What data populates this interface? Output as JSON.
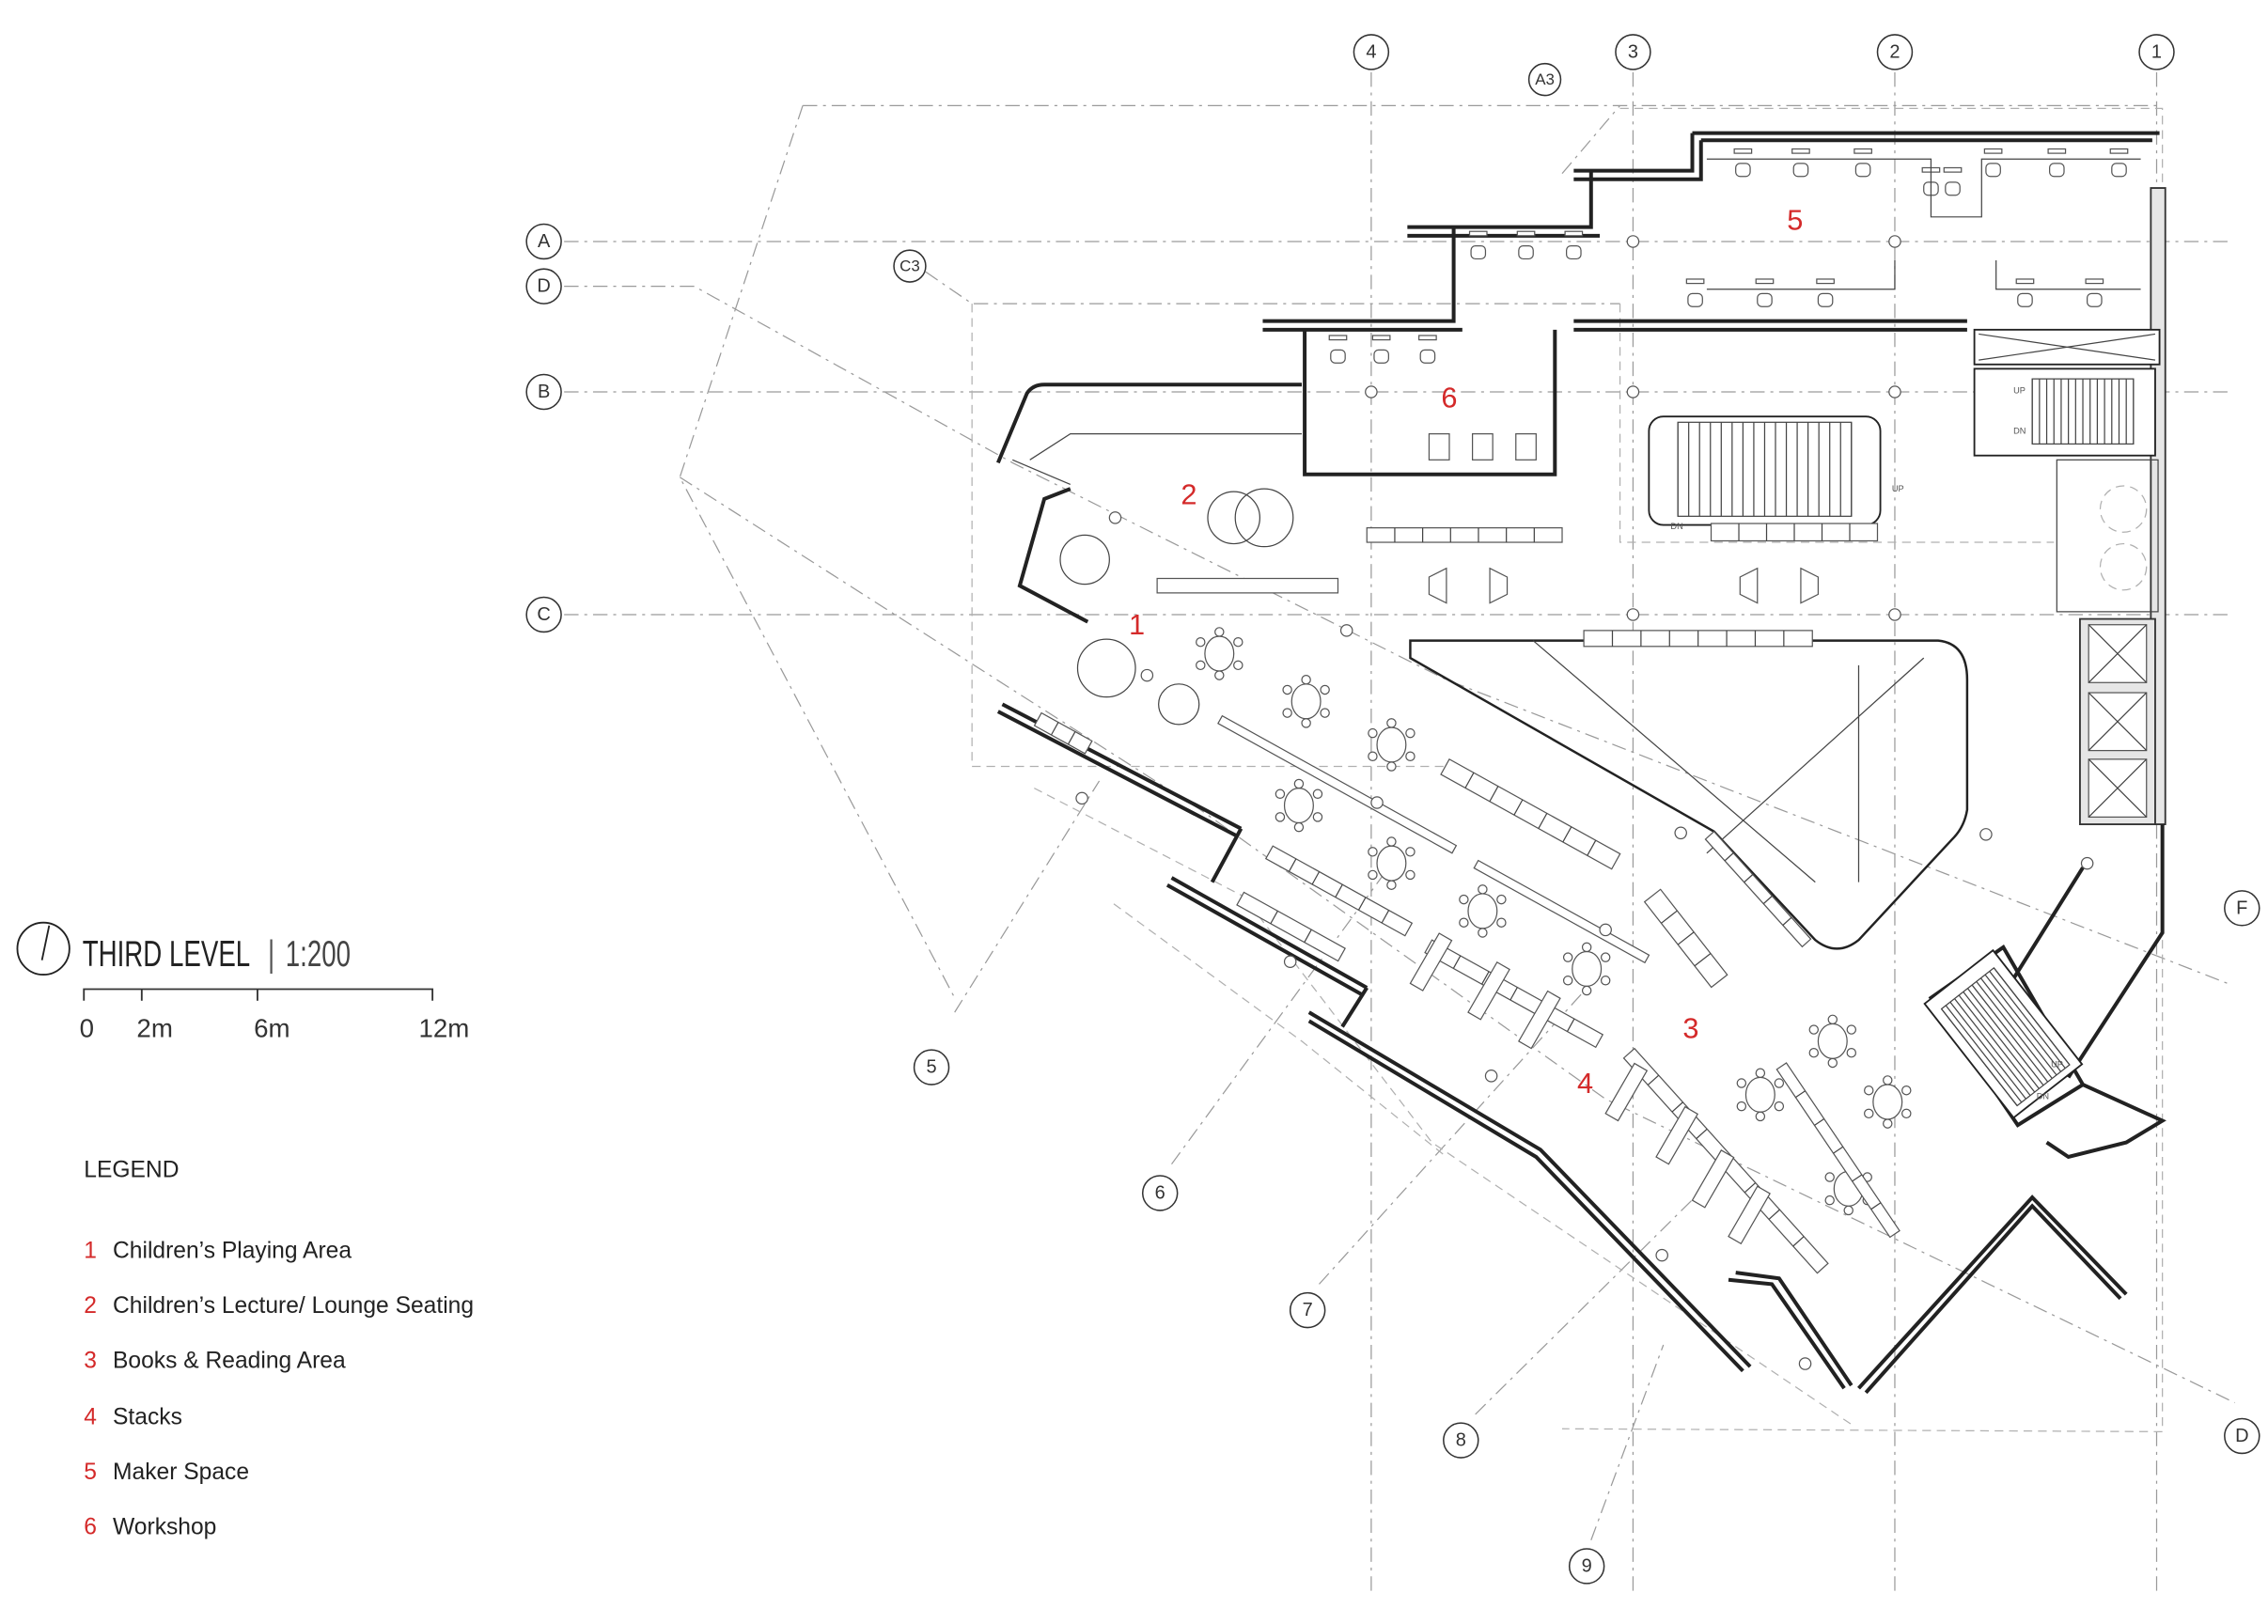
{
  "drawing": {
    "title": "THIRD LEVEL",
    "scale_separator": "|",
    "scale": "1:200",
    "scale_bar": [
      "0",
      "2m",
      "6m",
      "12m"
    ]
  },
  "legend": {
    "heading": "LEGEND",
    "items": [
      {
        "num": "1",
        "label": "Children’s Playing Area"
      },
      {
        "num": "2",
        "label": "Children’s Lecture/ Lounge Seating"
      },
      {
        "num": "3",
        "label": "Books & Reading Area"
      },
      {
        "num": "4",
        "label": "Stacks"
      },
      {
        "num": "5",
        "label": "Maker Space"
      },
      {
        "num": "6",
        "label": "Workshop"
      }
    ]
  },
  "rooms": [
    "1",
    "2",
    "3",
    "4",
    "5",
    "6"
  ],
  "grid": {
    "top": [
      "4",
      "3",
      "2",
      "1"
    ],
    "section": "A3",
    "left": [
      "A",
      "D",
      "B",
      "C"
    ],
    "section_left": "C3",
    "bottom": [
      "5",
      "6",
      "7",
      "8",
      "9"
    ],
    "right": [
      "F",
      "D"
    ]
  },
  "stair_labels": {
    "up": "UP",
    "dn": "DN"
  },
  "colors": {
    "accent": "#d42a2a",
    "line": "#222222"
  }
}
